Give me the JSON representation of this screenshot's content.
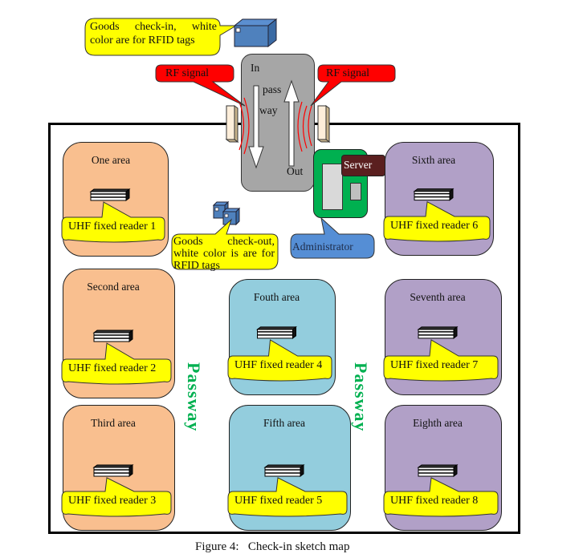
{
  "figure": {
    "caption": "Figure 4:   Check-in sketch map"
  },
  "callouts": {
    "checkin": "Goods check-in, white color are for RFID tags",
    "checkout": "Goods check-out, white color is are for RFID tags",
    "rf_left": "RF signal",
    "rf_right": "RF signal",
    "administrator": "Administrator",
    "server": "Server"
  },
  "gate": {
    "in_label": "In",
    "pass_label": "pass",
    "way_label": "way",
    "out_label": "Out"
  },
  "passway_label": "Passway",
  "areas": [
    {
      "name": "One area",
      "reader": "UHF fixed reader 1",
      "color": "#f9bf8f"
    },
    {
      "name": "Second area",
      "reader": "UHF fixed reader 2",
      "color": "#f9bf8f"
    },
    {
      "name": "Third area",
      "reader": "UHF fixed reader 3",
      "color": "#f9bf8f"
    },
    {
      "name": "Fouth area",
      "reader": "UHF fixed reader 4",
      "color": "#93cddd"
    },
    {
      "name": "Fifth area",
      "reader": "UHF fixed reader 5",
      "color": "#93cddd"
    },
    {
      "name": "Sixth area",
      "reader": "UHF fixed reader 6",
      "color": "#b1a0c7"
    },
    {
      "name": "Seventh area",
      "reader": "UHF fixed reader 7",
      "color": "#b1a0c7"
    },
    {
      "name": "Eighth area",
      "reader": "UHF fixed reader 8",
      "color": "#b1a0c7"
    }
  ],
  "colors": {
    "callout_yellow": "#ffff00",
    "rf_red": "#ff0000",
    "passway_green": "#00b050",
    "server_brown": "#5a1f1f",
    "admin_blue": "#558ed5",
    "pc_green": "#00b050",
    "gate_gray": "#a6a6a6"
  }
}
